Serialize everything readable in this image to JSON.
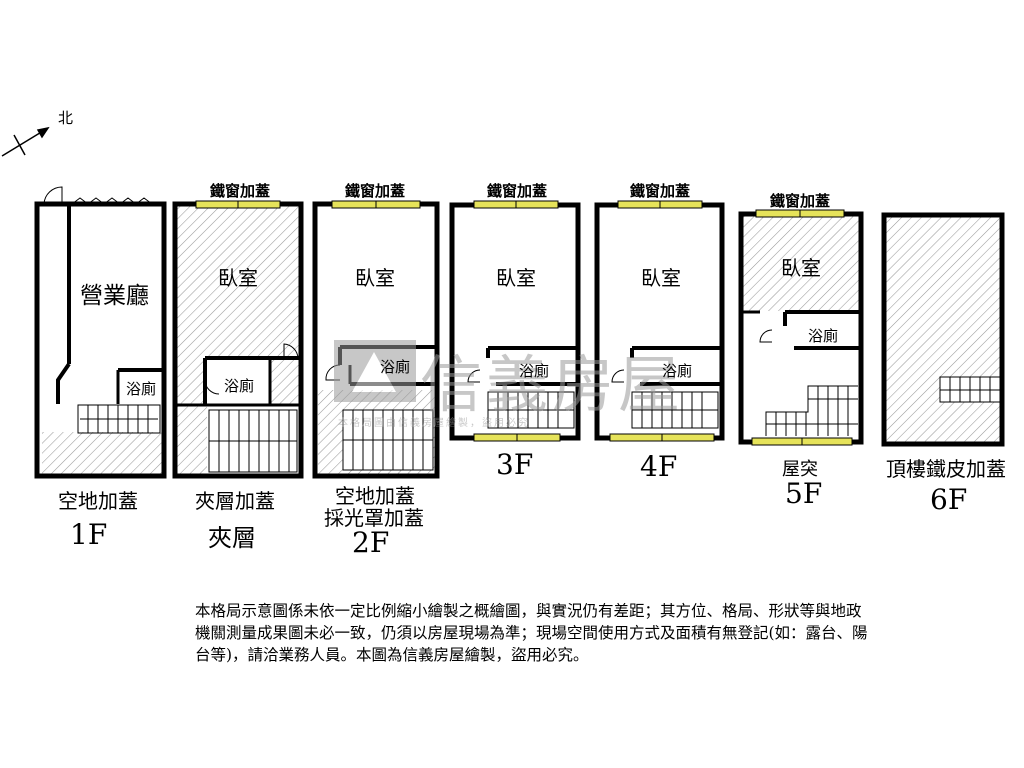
{
  "north": "北",
  "plans": {
    "p1": {
      "room": "營業廳",
      "bath": "浴廁",
      "caption": "空地加蓋",
      "floor": "1F"
    },
    "mez": {
      "window": "鐵窗加蓋",
      "room": "臥室",
      "bath": "浴廁",
      "caption": "夾層加蓋",
      "floor": "夾層"
    },
    "p2": {
      "window": "鐵窗加蓋",
      "room": "臥室",
      "bath": "浴廁",
      "caption1": "空地加蓋",
      "caption2": "採光罩加蓋",
      "floor": "2F"
    },
    "p3": {
      "window": "鐵窗加蓋",
      "room": "臥室",
      "bath": "浴廁",
      "floor": "3F"
    },
    "p4": {
      "window": "鐵窗加蓋",
      "room": "臥室",
      "bath": "浴廁",
      "floor": "4F"
    },
    "p5": {
      "window": "鐵窗加蓋",
      "room": "臥室",
      "bath": "浴廁",
      "caption": "屋突",
      "floor": "5F"
    },
    "p6": {
      "caption": "頂樓鐵皮加蓋",
      "floor": "6F"
    }
  },
  "watermark": {
    "brand": "信義房屋",
    "small": "本格局圖由信義房屋繪製，盜用必究"
  },
  "note": "本格局示意圖係未依一定比例縮小繪製之概繪圖，與實況仍有差距；其方位、格局、形狀等與地政機關測量成果圖未必一致，仍須以房屋現場為準；現場空間使用方式及面積有無登記(如：露台、陽台等)，請洽業務人員。本圖為信義房屋繪製，盜用必究。",
  "colors": {
    "wall": "#000000",
    "hatch": "#9a9a9a",
    "window": "#e6e35a",
    "watermark": "#9a9a9a"
  }
}
